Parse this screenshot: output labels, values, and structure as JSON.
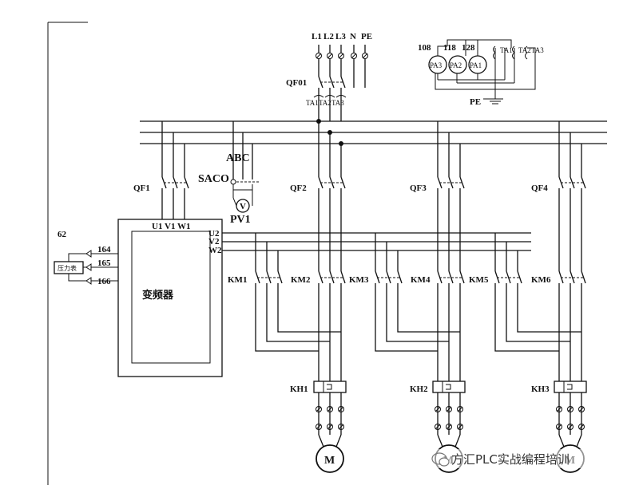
{
  "supply": {
    "labels": [
      "L1",
      "L2",
      "L3",
      "N",
      "PE"
    ]
  },
  "main_breaker": "QF01",
  "ct_labels": [
    "TA1",
    "TA2",
    "TA3"
  ],
  "meters": [
    {
      "id": "PA3",
      "wire": "108"
    },
    {
      "id": "PA2",
      "wire": "118"
    },
    {
      "id": "PA1",
      "wire": "128"
    }
  ],
  "meter_coils": [
    "TA1",
    "TA2",
    "TA3"
  ],
  "ground_label": "PE",
  "voltmeter": {
    "phase_label": "ABC",
    "switch_label": "SACO",
    "meter_symbol": "V",
    "meter_label": "PV1"
  },
  "breakers": [
    "QF1",
    "QF2",
    "QF3",
    "QF4"
  ],
  "vfd": {
    "label": "变频器",
    "in_terminals": "U1 V1 W1",
    "out_terminals": [
      "U2",
      "V2",
      "W2"
    ],
    "ctrl_ref": "62",
    "ctrl_terminals": [
      "164",
      "165",
      "166"
    ],
    "sensor_label": "压力表"
  },
  "contactors": [
    "KM1",
    "KM2",
    "KM3",
    "KM4",
    "KM5",
    "KM6"
  ],
  "overloads": [
    "KH1",
    "KH2",
    "KH3"
  ],
  "motor_symbol": "M",
  "watermark": "方汇PLC实战编程培训"
}
